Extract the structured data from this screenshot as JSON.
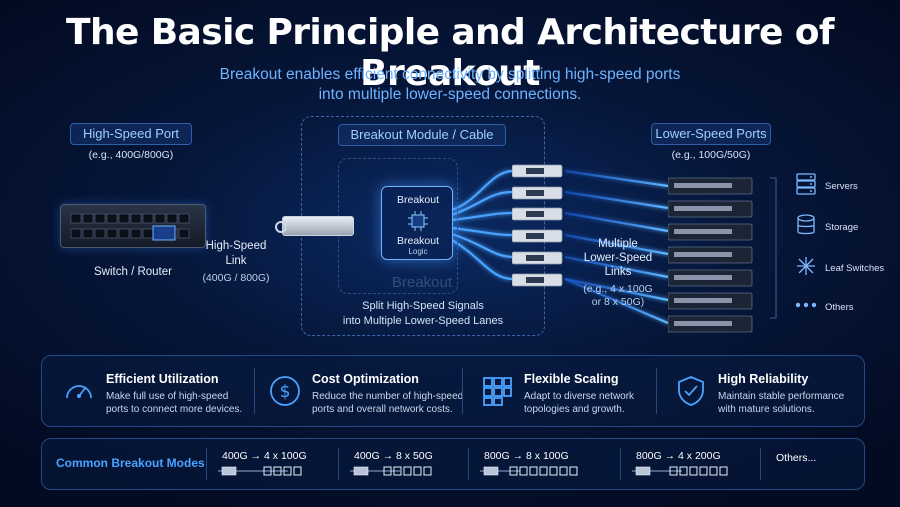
{
  "title": "The Basic Principle and Architecture of Breakout",
  "subtitle_line1": "Breakout enables efficient connectivity by splitting high-speed ports",
  "subtitle_line2": "into multiple lower-speed connections.",
  "high_speed_port": {
    "label": "High-Speed Port",
    "note": "(e.g., 400G/800G)",
    "device": "Switch / Router"
  },
  "high_speed_link": {
    "line1": "High-Speed",
    "line2": "Link",
    "speeds": "(400G / 800G)"
  },
  "module": {
    "label": "Breakout Module / Cable",
    "chip_top": "Breakout",
    "chip_bottom": "Breakout",
    "chip_sub": "Logic",
    "watermark": "Breakout",
    "caption1": "Split High-Speed Signals",
    "caption2": "into Multiple Lower-Speed Lanes"
  },
  "low_speed_links": {
    "line1": "Multiple",
    "line2": "Lower-Speed",
    "line3": "Links",
    "note1": "(e.g., 4 x 100G",
    "note2": "or 8 x 50G)"
  },
  "lower_speed_ports": {
    "label": "Lower-Speed Ports",
    "note": "(e.g., 100G/50G)"
  },
  "endpoints": [
    {
      "label": "Servers",
      "icon": "server-icon"
    },
    {
      "label": "Storage",
      "icon": "storage-icon"
    },
    {
      "label": "Leaf Switches",
      "icon": "leaf-switch-icon"
    },
    {
      "label": "Others",
      "icon": "dots-icon"
    }
  ],
  "benefits": [
    {
      "title": "Efficient Utilization",
      "desc1": "Make full use of high-speed",
      "desc2": "ports to connect more devices.",
      "icon": "gauge-icon"
    },
    {
      "title": "Cost Optimization",
      "desc1": "Reduce the number of high-speed",
      "desc2": "ports and overall network costs.",
      "icon": "dollar-icon"
    },
    {
      "title": "Flexible Scaling",
      "desc1": "Adapt to diverse network",
      "desc2": "topologies and growth.",
      "icon": "grid-icon"
    },
    {
      "title": "High Reliability",
      "desc1": "Maintain stable performance",
      "desc2": "with mature solutions.",
      "icon": "shield-check-icon"
    }
  ],
  "modes": {
    "label": "Common Breakout Modes",
    "items": [
      "400G → 4 x 100G",
      "400G → 8 x 50G",
      "800G → 8 x 100G",
      "800G → 4 x 200G"
    ],
    "others": "Others..."
  },
  "colors": {
    "accent": "#4aa3ff",
    "glow": "#2f8cff",
    "background": "#06173b"
  }
}
